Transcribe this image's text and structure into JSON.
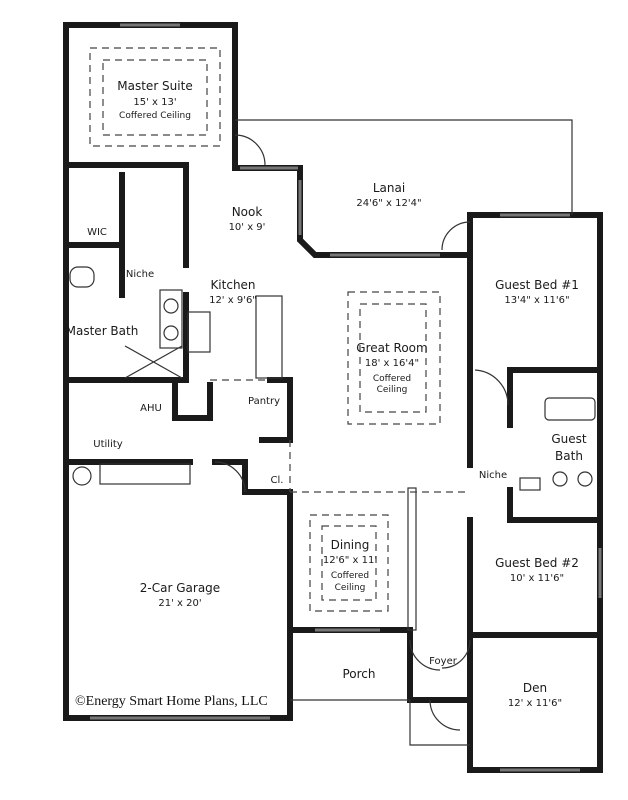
{
  "rooms": {
    "master_suite": {
      "name": "Master Suite",
      "size": "15' x 13'",
      "note": "Coffered Ceiling"
    },
    "wic": {
      "name": "WIC"
    },
    "niche_master": {
      "name": "Niche"
    },
    "master_bath": {
      "name": "Master Bath"
    },
    "ahu": {
      "name": "AHU"
    },
    "utility": {
      "name": "Utility"
    },
    "nook": {
      "name": "Nook",
      "size": "10' x 9'"
    },
    "kitchen": {
      "name": "Kitchen",
      "size": "12' x 9'6\""
    },
    "pantry": {
      "name": "Pantry"
    },
    "closet": {
      "name": "Cl."
    },
    "lanai": {
      "name": "Lanai",
      "size": "24'6\" x 12'4\""
    },
    "great_room": {
      "name": "Great Room",
      "size": "18' x 16'4\"",
      "note1": "Coffered",
      "note2": "Ceiling"
    },
    "guest_bed_1": {
      "name": "Guest Bed #1",
      "size": "13'4\" x 11'6\""
    },
    "guest_bath": {
      "name1": "Guest",
      "name2": "Bath"
    },
    "niche_guest": {
      "name": "Niche"
    },
    "dining": {
      "name": "Dining",
      "size": "12'6\" x 11'",
      "note1": "Coffered",
      "note2": "Ceiling"
    },
    "guest_bed_2": {
      "name": "Guest Bed #2",
      "size": "10' x 11'6\""
    },
    "garage": {
      "name": "2-Car Garage",
      "size": "21' x 20'"
    },
    "porch": {
      "name": "Porch"
    },
    "foyer": {
      "name": "Foyer"
    },
    "den": {
      "name": "Den",
      "size": "12' x 11'6\""
    }
  },
  "copyright": "©Energy Smart Home Plans, LLC"
}
